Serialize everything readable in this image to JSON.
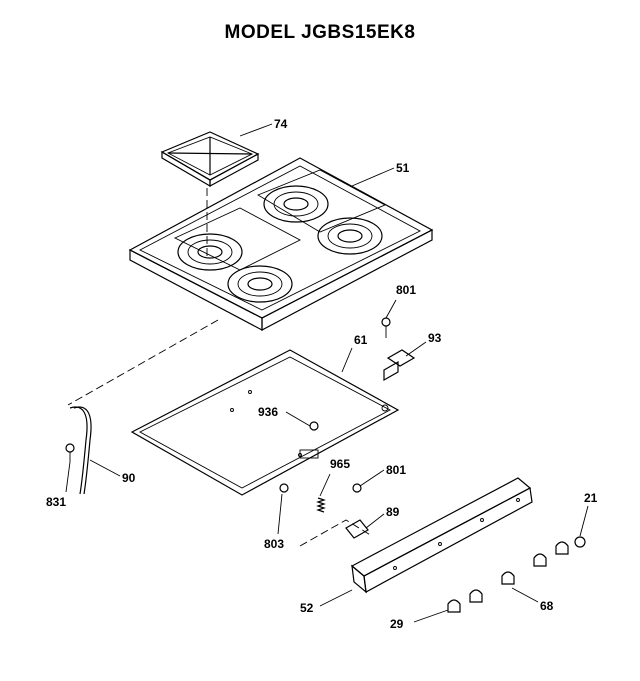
{
  "title": "MODEL JGBS15EK8",
  "labels": {
    "grate": "74",
    "cooktop": "51",
    "screw_top": "801",
    "frame": "61",
    "bracket": "93",
    "screw_center": "936",
    "tube_label": "90",
    "clip": "831",
    "spring": "965",
    "screw_mid": "801",
    "bracket_small": "89",
    "screw_low": "803",
    "panel": "52",
    "knob": "29",
    "knobs_group": "68",
    "knob_end": "21"
  }
}
